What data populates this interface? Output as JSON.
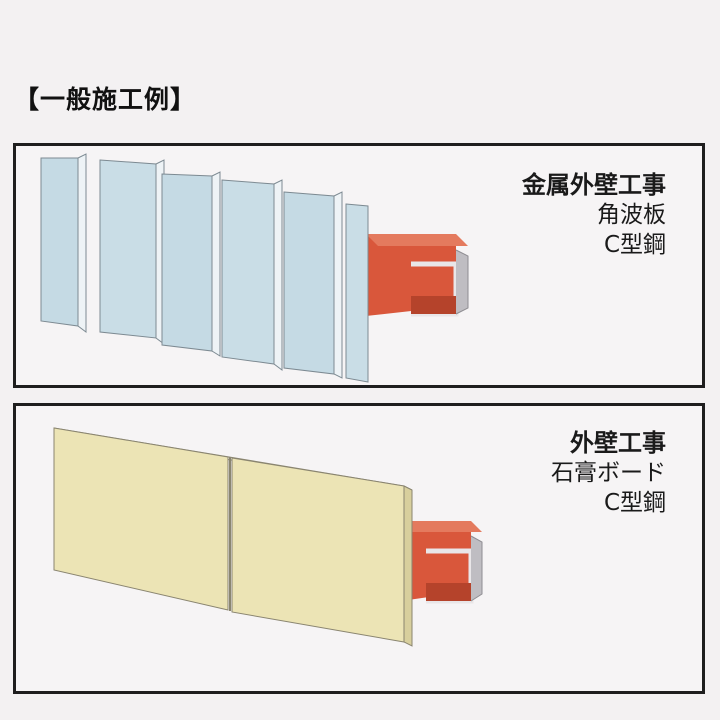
{
  "heading": "【一般施工例】",
  "colors": {
    "frame": "#1e1e1e",
    "steel_channel": "#d9573b",
    "metal_panel": "#c9dde6",
    "gypsum_board": "#ece4b5"
  },
  "examples": [
    {
      "title": "金属外壁工事",
      "lines": [
        "角波板",
        "C型鋼"
      ]
    },
    {
      "title": "外壁工事",
      "lines": [
        "石膏ボード",
        "C型鋼"
      ]
    }
  ]
}
